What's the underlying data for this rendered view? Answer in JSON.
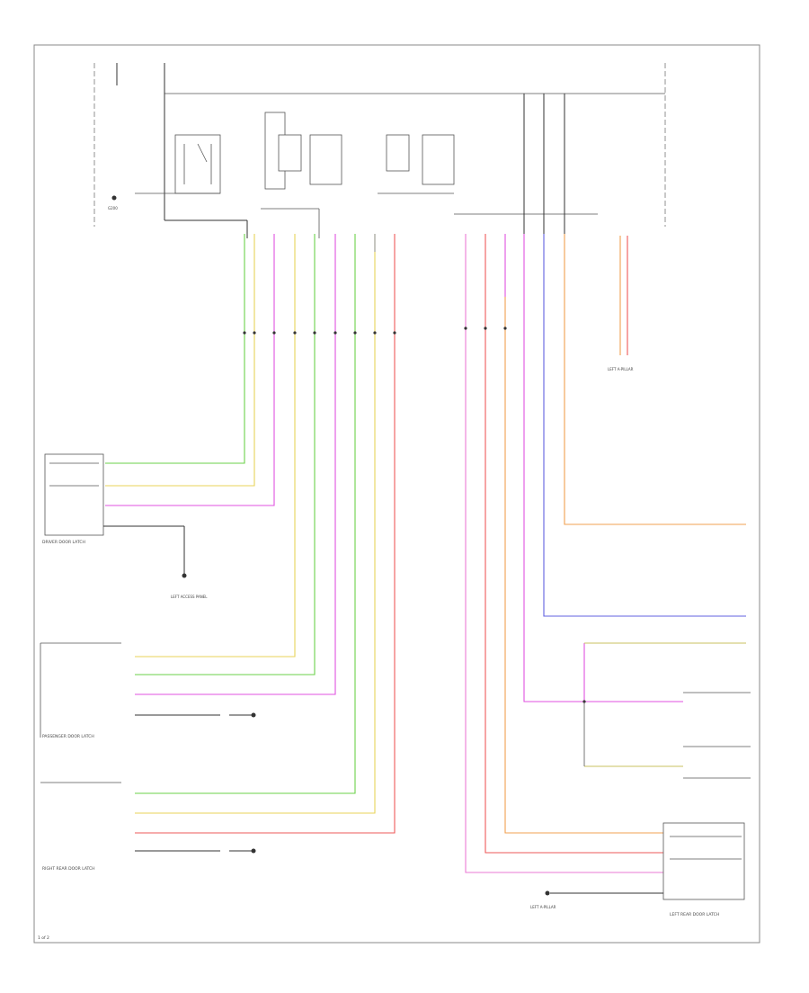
{
  "diagram": {
    "footer_code": "1 of 2",
    "modules": {
      "driver_door_latch": {
        "label": "DRIVER DOOR LATCH"
      },
      "passenger_door_latch": {
        "label": "PASSENGER DOOR LATCH"
      },
      "right_rear_door_latch": {
        "label": "RIGHT REAR DOOR LATCH"
      },
      "left_rear_door_latch": {
        "label": "LEFT REAR DOOR LATCH"
      }
    },
    "text": {
      "ground_mark": "G200",
      "left_ground": "LEFT ACCESS PANEL",
      "right_ground": "LEFT A-PILLAR",
      "center_ground": "LEFT A-PILLAR"
    },
    "colors": {
      "green": "#6bd14a",
      "yellow": "#e8d35a",
      "magenta": "#e052e0",
      "pink": "#ea7ad6",
      "red": "#ee5a5a",
      "orange": "#f0a050",
      "blue": "#6060e0",
      "gray": "#9a9a9a",
      "olive": "#c8c060",
      "black": "#333333"
    }
  }
}
